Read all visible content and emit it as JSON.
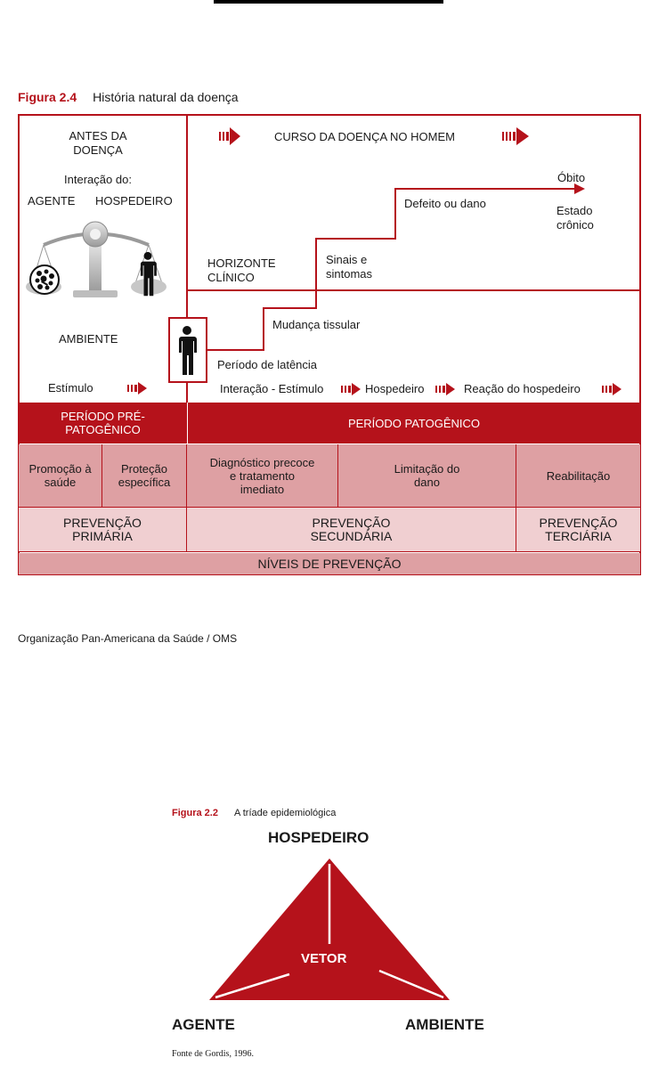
{
  "fig24": {
    "number": "Figura 2.4",
    "title": "História natural da doença",
    "before": "ANTES DA DOENÇA",
    "interaction": "Interação do:",
    "agent": "AGENTE",
    "host": "HOSPEDEIRO",
    "environment": "AMBIENTE",
    "stimulus": "Estímulo",
    "course": "CURSO DA DOENÇA NO HOMEM",
    "death": "Óbito",
    "chronic": "Estado crônico",
    "defect": "Defeito ou dano",
    "signs": "Sinais e sintomas",
    "horizon": "HORIZONTE CLÍNICO",
    "tissue": "Mudança tissular",
    "latency": "Período de latência",
    "seq_interaction": "Interação - Estímulo",
    "seq_host": "Hospedeiro",
    "seq_reaction": "Reação do hospedeiro",
    "prepath": "PERÍODO PRÉ-PATOGÊNICO",
    "path": "PERÍODO PATOGÊNICO",
    "promo": "Promoção à saúde",
    "protect": "Proteção específica",
    "diag": "Diagnóstico precoce e tratamento imediato",
    "limit": "Limitação do dano",
    "rehab": "Reabilitação",
    "prim": "PREVENÇÃO PRIMÁRIA",
    "sec": "PREVENÇÃO SECUNDÁRIA",
    "ter": "PREVENÇÃO TERCIÁRIA",
    "levels": "NÍVEIS DE PREVENÇÃO",
    "source": "Organização Pan-Americana da Saúde / OMS",
    "colors": {
      "red": "#b5121b",
      "pink_dark": "#dea0a3",
      "pink_light": "#f0cfd1"
    }
  },
  "fig22": {
    "number": "Figura 2.2",
    "title": "A tríade epidemiológica",
    "host": "HOSPEDEIRO",
    "vector": "VETOR",
    "agent": "AGENTE",
    "environment": "AMBIENTE",
    "source": "Fonte de Gordis, 1996."
  },
  "icons": [
    "scale-icon",
    "bacteria-icon",
    "person-icon",
    "arrow-right-icon"
  ]
}
